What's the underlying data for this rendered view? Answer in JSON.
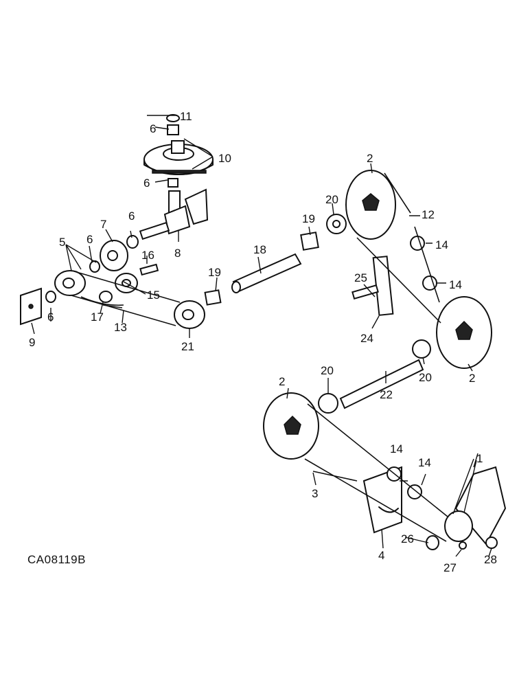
{
  "drawing_code": "CA08119B",
  "callouts": {
    "c1": "1",
    "c2a": "2",
    "c2b": "2",
    "c2c": "2",
    "c3": "3",
    "c4": "4",
    "c5": "5",
    "c6a": "6",
    "c6b": "6",
    "c6c": "6",
    "c6d": "6",
    "c6e": "6",
    "c7": "7",
    "c8": "8",
    "c9": "9",
    "c10": "10",
    "c11": "11",
    "c12": "12",
    "c13": "13",
    "c14a": "14",
    "c14b": "14",
    "c14c": "14",
    "c14d": "14",
    "c15": "15",
    "c16": "16",
    "c17": "17",
    "c18": "18",
    "c19a": "19",
    "c19b": "19",
    "c20a": "20",
    "c20b": "20",
    "c20c": "20",
    "c21": "21",
    "c22": "22",
    "c24": "24",
    "c25": "25",
    "c26": "26",
    "c27": "27",
    "c28": "28"
  }
}
